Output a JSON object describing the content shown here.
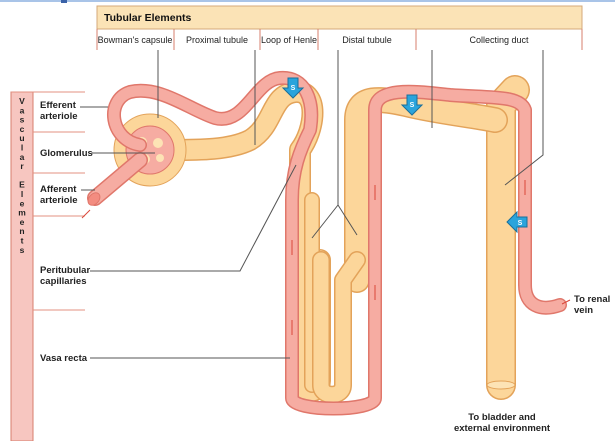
{
  "header": {
    "title": "Tubular Elements",
    "columns": [
      "Bowman's capsule",
      "Proximal tubule",
      "Loop of Henle",
      "Distal tubule",
      "Collecting duct"
    ]
  },
  "sidebar": {
    "title_letters": [
      "V",
      "a",
      "s",
      "c",
      "u",
      "l",
      "a",
      "r",
      "",
      "E",
      "l",
      "e",
      "m",
      "e",
      "n",
      "t",
      "s"
    ],
    "title": "Vascular Elements",
    "labels": {
      "efferent_1": "Efferent",
      "efferent_2": "arteriole",
      "glomerulus": "Glomerulus",
      "afferent_1": "Afferent",
      "afferent_2": "arteriole",
      "peritubular_1": "Peritubular",
      "peritubular_2": "capillaries",
      "vasa_recta": "Vasa recta"
    }
  },
  "annotations": {
    "renal_vein_1": "To renal",
    "renal_vein_2": "vein",
    "bladder_1": "To bladder and",
    "bladder_2": "external environment",
    "secretion": "S"
  },
  "colors": {
    "tubule": "#fcd69a",
    "vessel": "#f6aca2",
    "header": "#fbe3b6",
    "sidebar": "#f7c6c0",
    "secretion_arrow": "#2aa4dc"
  }
}
